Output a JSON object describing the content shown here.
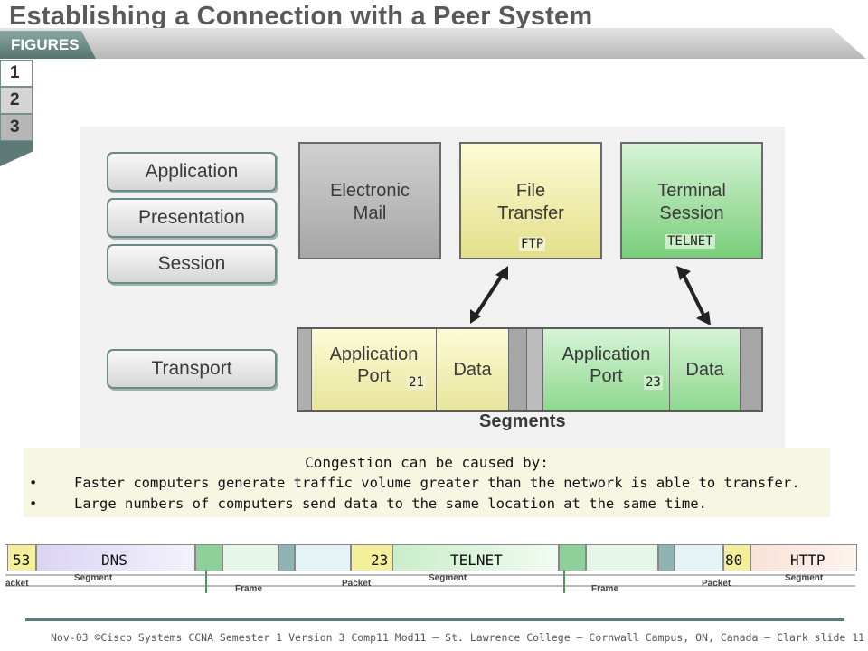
{
  "title": "Establishing a Connection with a Peer System",
  "figures": {
    "tab": "FIGURES",
    "numbers": [
      "1",
      "2",
      "3"
    ]
  },
  "diagram": {
    "layers": [
      "Application",
      "Presentation",
      "Session",
      "Transport"
    ],
    "applications": {
      "email": "Electronic Mail",
      "file_transfer": "File Transfer",
      "terminal": "Terminal Session"
    },
    "protocol_labels": {
      "ftp": "FTP",
      "telnet": "TELNET"
    },
    "segment": {
      "app_port": "Application Port",
      "data": "Data",
      "port_ftp": "21",
      "port_telnet": "23",
      "caption": "Segments"
    }
  },
  "congestion": {
    "title": "Congestion can be caused by:",
    "bullets": [
      "Faster computers generate traffic volume greater than the network is able to transfer.",
      "Large numbers of computers send data to the same location at the same time."
    ]
  },
  "strip": {
    "ports": [
      "53",
      "23",
      "80"
    ],
    "protocols": [
      "DNS",
      "TELNET",
      "HTTP"
    ],
    "encap": {
      "segment": "Segment",
      "packet": "Packet",
      "frame": "Frame",
      "packet_left": "acket"
    }
  },
  "footer": "Nov-03 ©Cisco Systems CCNA Semester 1 Version 3 Comp11 Mod11 – St. Lawrence College – Cornwall Campus, ON, Canada – Clark slide 11"
}
